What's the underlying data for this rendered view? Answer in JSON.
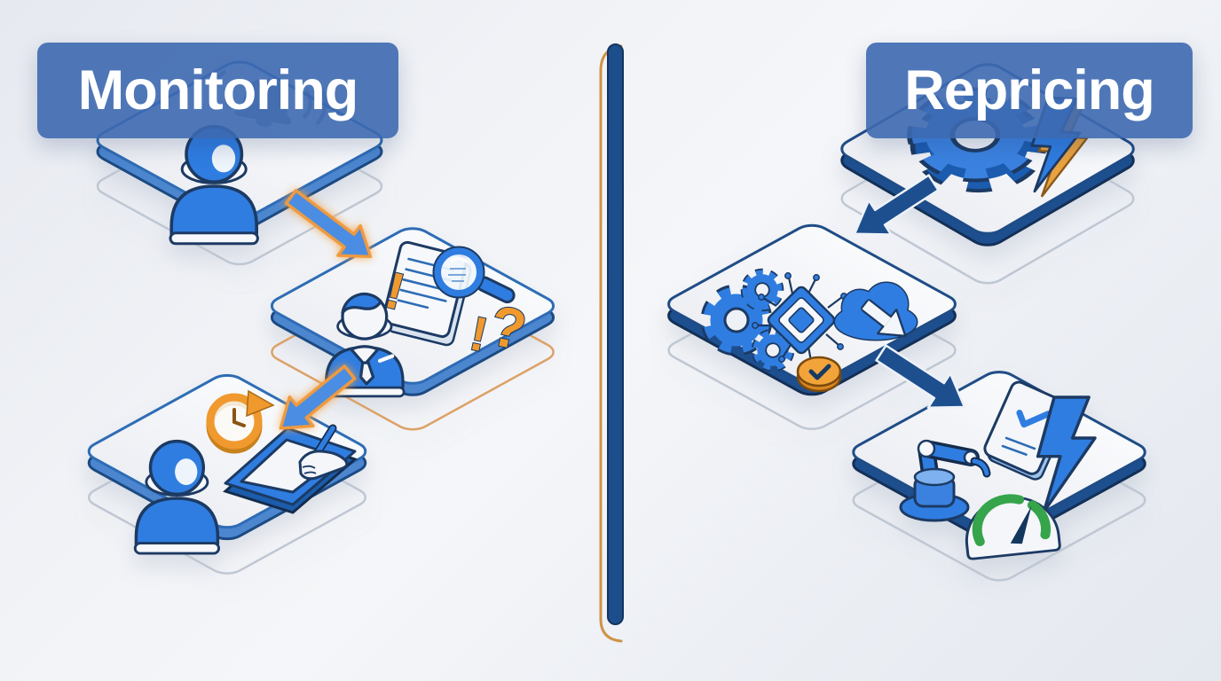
{
  "illustration": {
    "background": "#edeff4",
    "divider": {
      "bar_color": "#1c4e8c",
      "accent_color": "#cf9348"
    },
    "left": {
      "label": "Monitoring",
      "badge_color": "#3d69b0",
      "accent_color": "#f0992e",
      "steps": [
        {
          "name": "customer-alert",
          "icons": [
            "notification-bell-icon",
            "person-icon"
          ]
        },
        {
          "name": "manual-review",
          "icons": [
            "agent-icon",
            "exclamation-icon",
            "document-icon",
            "magnifier-icon",
            "question-icon"
          ]
        },
        {
          "name": "manual-signoff",
          "icons": [
            "person-icon",
            "time-history-icon",
            "signature-tablet-icon"
          ]
        }
      ]
    },
    "right": {
      "label": "Repricing",
      "badge_color": "#3d69b0",
      "accent_color": "#1c4e8c",
      "steps": [
        {
          "name": "automated-trigger",
          "icons": [
            "gear-icon",
            "lightning-icon"
          ]
        },
        {
          "name": "automated-processing",
          "icons": [
            "gears-icon",
            "chip-icon",
            "cloud-transfer-icon",
            "check-coin-icon"
          ]
        },
        {
          "name": "instant-execution",
          "icons": [
            "robot-arm-icon",
            "checklist-icon",
            "lightning-icon",
            "speedometer-icon"
          ]
        }
      ]
    }
  }
}
